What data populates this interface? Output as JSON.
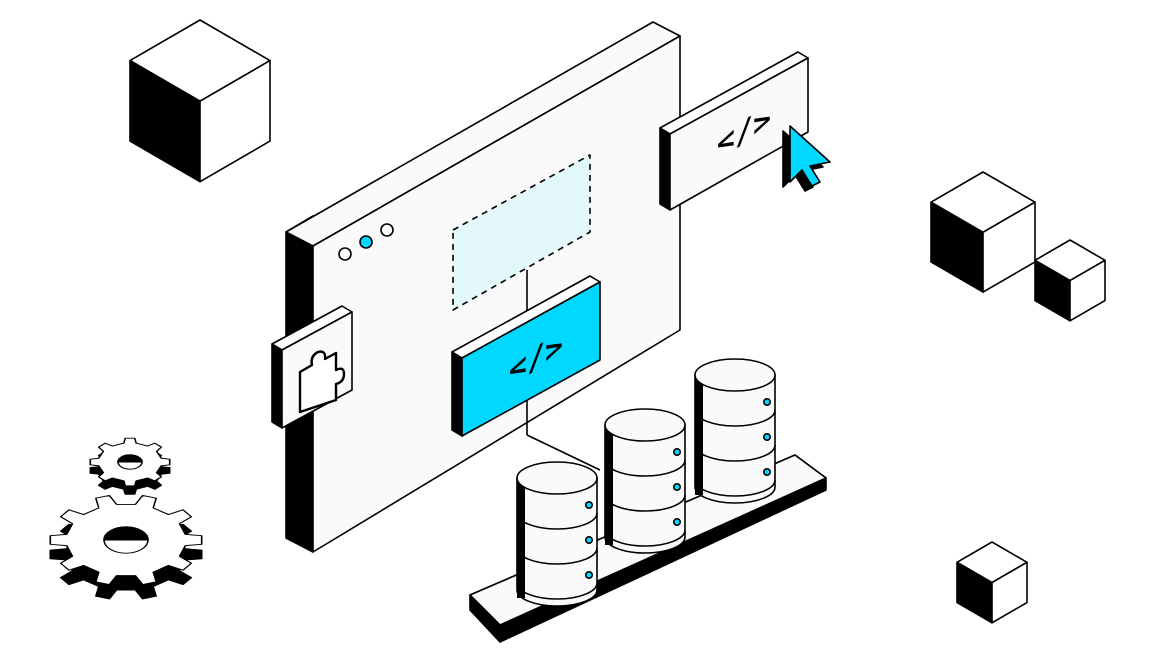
{
  "illustration": {
    "code_glyph": "</>",
    "icons": [
      "cube-icon",
      "browser-window",
      "code-button",
      "puzzle-icon",
      "cursor-icon",
      "database-icon",
      "gear-icon",
      "window-dots"
    ]
  },
  "colors": {
    "accent": "#00D8FF",
    "accent_light": "#E3F8FB",
    "ink": "#000000",
    "panel": "#FAFAFA",
    "background": "#FFFFFF"
  }
}
